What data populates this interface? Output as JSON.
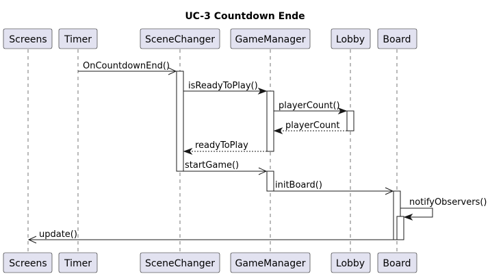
{
  "title": "UC-3 Countdown Ende",
  "participants": [
    "Screens",
    "Timer",
    "SceneChanger",
    "GameManager",
    "Lobby",
    "Board"
  ],
  "messages": [
    {
      "label": "OnCountdownEnd()"
    },
    {
      "label": "isReadyToPlay()"
    },
    {
      "label": "playerCount()"
    },
    {
      "label": "playerCount"
    },
    {
      "label": "readyToPlay"
    },
    {
      "label": "startGame()"
    },
    {
      "label": "initBoard()"
    },
    {
      "label": "notifyObservers()"
    },
    {
      "label": "update()"
    }
  ]
}
